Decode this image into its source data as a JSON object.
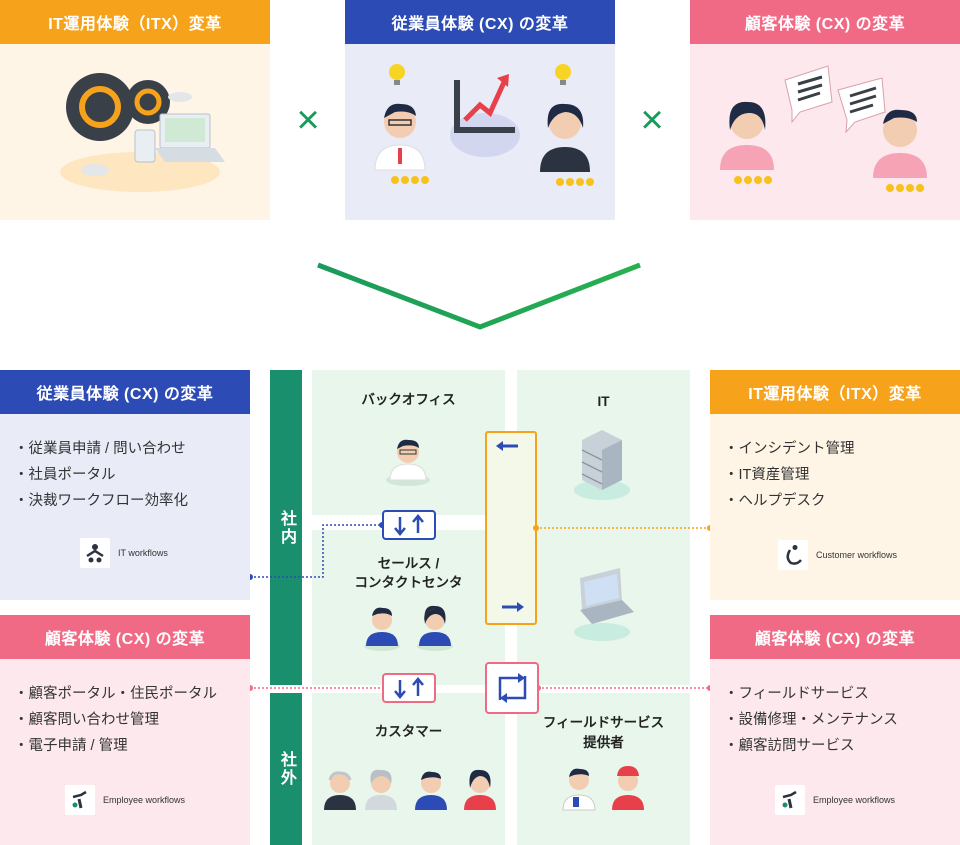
{
  "top": {
    "itx_title": "IT運用体験（ITX）変革",
    "ex_title": "従業員体験 (CX) の変革",
    "cx_title": "顧客体験 (CX) の変革",
    "times1": "×",
    "times2": "×"
  },
  "left": {
    "ex": {
      "title": "従業員体験 (CX) の変革",
      "items": [
        "従業員申請 / 問い合わせ",
        "社員ポータル",
        "決裁ワークフロー効率化"
      ],
      "logo": "IT workflows"
    },
    "cx": {
      "title": "顧客体験 (CX) の変革",
      "items": [
        "顧客ポータル・住民ポータル",
        "顧客問い合わせ管理",
        "電子申請 / 管理"
      ],
      "logo": "Employee workflows"
    }
  },
  "right": {
    "itx": {
      "title": "IT運用体験（ITX）変革",
      "items": [
        "インシデント管理",
        "IT資産管理",
        "ヘルプデスク"
      ],
      "logo": "Customer workflows"
    },
    "cx": {
      "title": "顧客体験 (CX) の変革",
      "items": [
        "フィールドサービス",
        "設備修理・メンテナンス",
        "顧客訪問サービス"
      ],
      "logo": "Employee workflows"
    }
  },
  "center": {
    "inside": "社内",
    "outside": "社外",
    "backoffice": "バックオフィス",
    "it": "IT",
    "sales_1": "セールス /",
    "sales_2": "コンタクトセンタ",
    "customer": "カスタマー",
    "field_1": "フィールドサービス",
    "field_2": "提供者"
  },
  "colors": {
    "itx": "#f7a21b",
    "ex": "#2d4bb4",
    "cx": "#f06a86",
    "green": "#1a8f6e"
  }
}
